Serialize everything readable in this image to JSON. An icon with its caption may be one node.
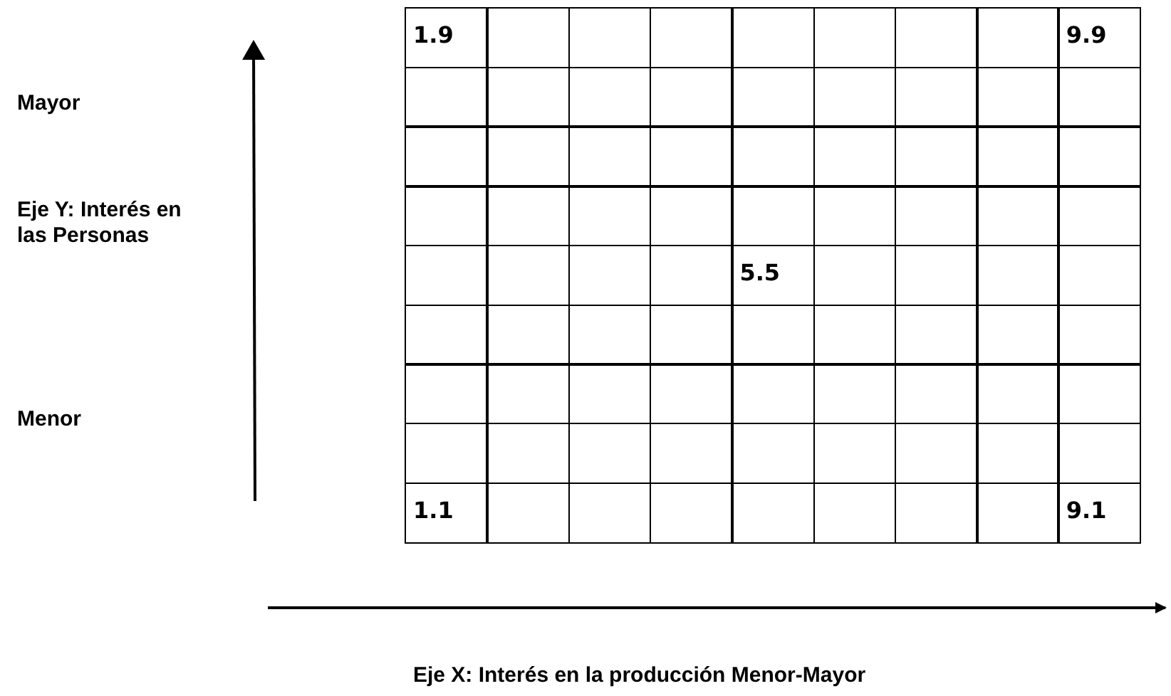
{
  "diagram": {
    "labels": [
      "Mayor",
      "Eje Y: Interés en las Personas",
      "Menor",
      "1.9",
      "9.9",
      "5.5",
      "1.1",
      "9.1",
      "Eje X: Interés en la producción Menor-Mayor"
    ]
  }
}
